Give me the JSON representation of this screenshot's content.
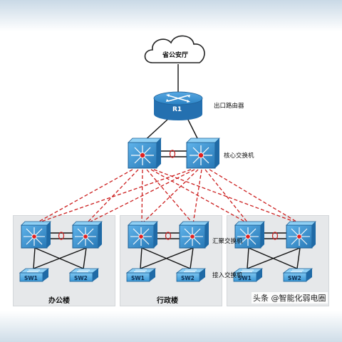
{
  "cloud": {
    "label": "省公安厅"
  },
  "router": {
    "name": "R1",
    "label": "出口路由器"
  },
  "core": {
    "label": "核心交换机"
  },
  "aggregation": {
    "label": "汇聚交换机"
  },
  "access": {
    "label": "接入交换机",
    "switch_names": [
      "SW1",
      "SW2"
    ]
  },
  "buildings": [
    {
      "name": "办公楼"
    },
    {
      "name": "行政楼"
    },
    {
      "name": ""
    }
  ],
  "watermark": "头条 @智能化弱电圈",
  "colors": {
    "device_blue": "#2f8fd0",
    "link_black": "#111111",
    "link_red": "#cc1f1f",
    "panel_gray": "#e6e8ea"
  }
}
